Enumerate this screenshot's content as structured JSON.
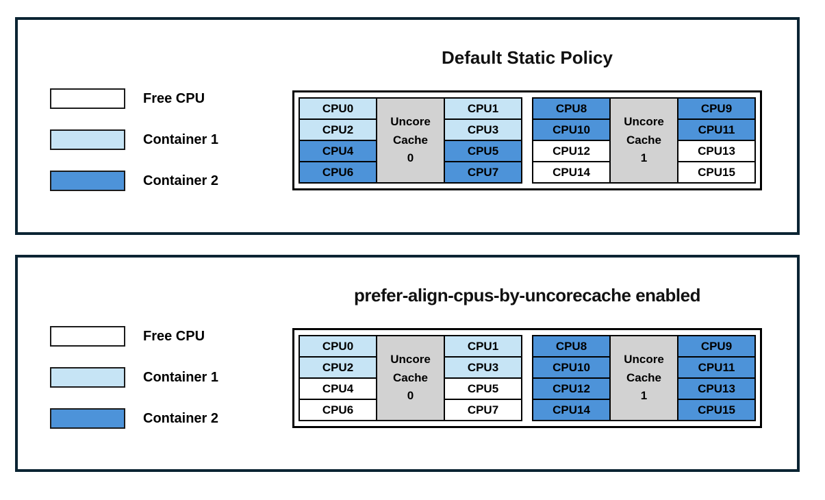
{
  "colors": {
    "panel_border": "#0B2433",
    "free": "#FFFFFF",
    "container1": "#C6E4F5",
    "container2": "#4D93D9",
    "cache_fill": "#D2D2D2",
    "cell_border": "#000000"
  },
  "legend": {
    "items": [
      {
        "label": "Free CPU",
        "state": "free"
      },
      {
        "label": "Container 1",
        "state": "container1"
      },
      {
        "label": "Container 2",
        "state": "container2"
      }
    ]
  },
  "panels": [
    {
      "title": "Default Static Policy",
      "groups": [
        {
          "cache": {
            "line1": "Uncore",
            "line2": "Cache",
            "line3": "0"
          },
          "left": [
            {
              "label": "CPU0",
              "state": "container1"
            },
            {
              "label": "CPU2",
              "state": "container1"
            },
            {
              "label": "CPU4",
              "state": "container2"
            },
            {
              "label": "CPU6",
              "state": "container2"
            }
          ],
          "right": [
            {
              "label": "CPU1",
              "state": "container1"
            },
            {
              "label": "CPU3",
              "state": "container1"
            },
            {
              "label": "CPU5",
              "state": "container2"
            },
            {
              "label": "CPU7",
              "state": "container2"
            }
          ]
        },
        {
          "cache": {
            "line1": "Uncore",
            "line2": "Cache",
            "line3": "1"
          },
          "left": [
            {
              "label": "CPU8",
              "state": "container2"
            },
            {
              "label": "CPU10",
              "state": "container2"
            },
            {
              "label": "CPU12",
              "state": "free"
            },
            {
              "label": "CPU14",
              "state": "free"
            }
          ],
          "right": [
            {
              "label": "CPU9",
              "state": "container2"
            },
            {
              "label": "CPU11",
              "state": "container2"
            },
            {
              "label": "CPU13",
              "state": "free"
            },
            {
              "label": "CPU15",
              "state": "free"
            }
          ]
        }
      ]
    },
    {
      "title": "prefer-align-cpus-by-uncorecache enabled",
      "groups": [
        {
          "cache": {
            "line1": "Uncore",
            "line2": "Cache",
            "line3": "0"
          },
          "left": [
            {
              "label": "CPU0",
              "state": "container1"
            },
            {
              "label": "CPU2",
              "state": "container1"
            },
            {
              "label": "CPU4",
              "state": "free"
            },
            {
              "label": "CPU6",
              "state": "free"
            }
          ],
          "right": [
            {
              "label": "CPU1",
              "state": "container1"
            },
            {
              "label": "CPU3",
              "state": "container1"
            },
            {
              "label": "CPU5",
              "state": "free"
            },
            {
              "label": "CPU7",
              "state": "free"
            }
          ]
        },
        {
          "cache": {
            "line1": "Uncore",
            "line2": "Cache",
            "line3": "1"
          },
          "left": [
            {
              "label": "CPU8",
              "state": "container2"
            },
            {
              "label": "CPU10",
              "state": "container2"
            },
            {
              "label": "CPU12",
              "state": "container2"
            },
            {
              "label": "CPU14",
              "state": "container2"
            }
          ],
          "right": [
            {
              "label": "CPU9",
              "state": "container2"
            },
            {
              "label": "CPU11",
              "state": "container2"
            },
            {
              "label": "CPU13",
              "state": "container2"
            },
            {
              "label": "CPU15",
              "state": "container2"
            }
          ]
        }
      ]
    }
  ]
}
